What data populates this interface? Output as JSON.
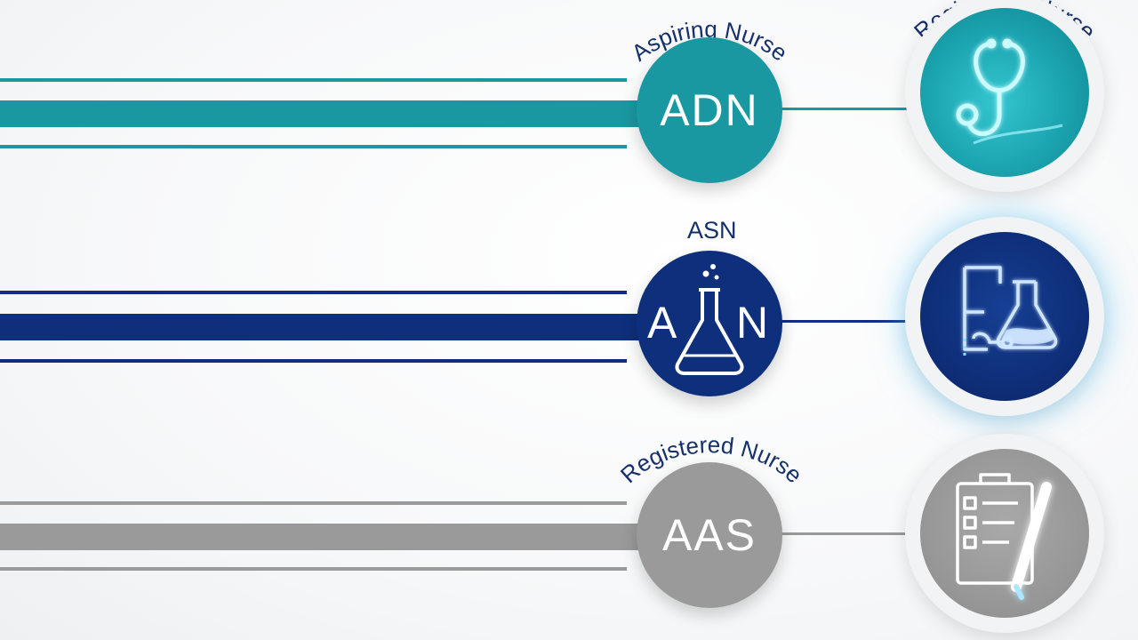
{
  "pathways": [
    {
      "degree": "ADN",
      "arc_label": "Aspiring Nurse",
      "icon_arc_label": "Registered Nurse",
      "icon": "stethoscope-icon",
      "color": "#1a98a1"
    },
    {
      "degree": "ASN",
      "label": "ASN",
      "icon": "lab-flask-icon",
      "color": "#0e2f7c"
    },
    {
      "degree": "AAS",
      "arc_label": "Registered Nurse",
      "icon": "clipboard-checklist-icon",
      "color": "#9a9a9a"
    }
  ],
  "colors": {
    "teal": "#1a98a1",
    "navy": "#0e2f7c",
    "gray": "#9a9a9a",
    "label_text": "#16306b",
    "glow": "#7fe9ff"
  }
}
